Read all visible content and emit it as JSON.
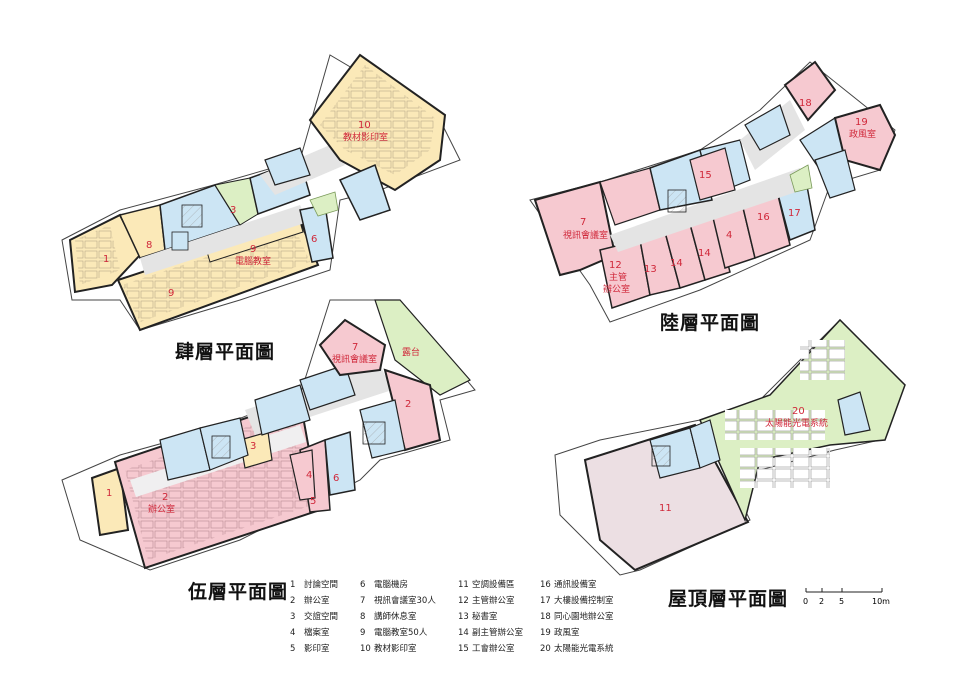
{
  "floor_titles": {
    "fourth": "肆層平面圖",
    "sixth": "陸層平面圖",
    "fifth": "伍層平面圖",
    "roof": "屋頂層平面圖"
  },
  "plan_labels": {
    "p4": {
      "n1": "1",
      "n8": "8",
      "n9a": "9",
      "n9a_name": "電腦教室",
      "n9b": "9",
      "n3": "3",
      "n6": "6",
      "n10": "10",
      "n10_name": "教材影印室"
    },
    "p6": {
      "n7": "7",
      "n7_name": "視訊會議室",
      "n12": "12",
      "n12_name1": "主管",
      "n12_name2": "辦公室",
      "n13": "13",
      "n14a": "14",
      "n14b": "14",
      "n4": "4",
      "n15": "15",
      "n16": "16",
      "n17": "17",
      "n18": "18",
      "n19": "19",
      "n19_name": "政風室"
    },
    "p5": {
      "n1": "1",
      "n2a": "2",
      "n2a_name": "辦公室",
      "n3": "3",
      "n4": "4",
      "n5": "5",
      "n6": "6",
      "n7": "7",
      "n7_name": "視訊會議室",
      "n2b": "2",
      "terrace": "露台"
    },
    "pr": {
      "n11": "11",
      "n20": "20",
      "n20_name": "太陽能光電系統"
    }
  },
  "legend": [
    {
      "num": "1",
      "name": "討論空間"
    },
    {
      "num": "2",
      "name": "辦公室"
    },
    {
      "num": "3",
      "name": "交誼空間"
    },
    {
      "num": "4",
      "name": "檔案室"
    },
    {
      "num": "5",
      "name": "影印室"
    },
    {
      "num": "6",
      "name": "電腦機房"
    },
    {
      "num": "7",
      "name": "視訊會議室30人"
    },
    {
      "num": "8",
      "name": "講師休息室"
    },
    {
      "num": "9",
      "name": "電腦教室50人"
    },
    {
      "num": "10",
      "name": "教材影印室"
    },
    {
      "num": "11",
      "name": "空調設備區"
    },
    {
      "num": "12",
      "name": "主管辦公室"
    },
    {
      "num": "13",
      "name": "秘書室"
    },
    {
      "num": "14",
      "name": "副主管辦公室"
    },
    {
      "num": "15",
      "name": "工會辦公室"
    },
    {
      "num": "16",
      "name": "通訊設備室"
    },
    {
      "num": "17",
      "name": "大樓設備控制室"
    },
    {
      "num": "18",
      "name": "同心園地辦公室"
    },
    {
      "num": "19",
      "name": "政風室"
    },
    {
      "num": "20",
      "name": "太陽能光電系統"
    }
  ],
  "scale_bar": {
    "ticks": [
      "0",
      "2",
      "5",
      "10m"
    ]
  },
  "colors": {
    "yellow": "#fbe9b8",
    "pink": "#f6c9d0",
    "blue": "#cce5f4",
    "green": "#dcefc4",
    "corridor": "#e4e4e4",
    "roof": "#ecdfe3",
    "wall": "#222222",
    "label": "#d0283a"
  }
}
